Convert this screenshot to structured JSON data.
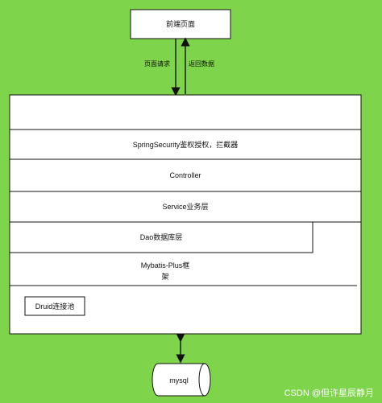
{
  "frontend_box": {
    "label": "前端页面"
  },
  "arrows": {
    "request_label": "页面请求",
    "response_label": "返回数据"
  },
  "layers": {
    "security": "SpringSecurity鉴权授权，拦截器",
    "controller": "Controller",
    "service": "Service业务层",
    "dao": "Dao数据库层",
    "mybatis_line1": "Mybatis-Plus框",
    "mybatis_line2": "架",
    "druid": "Druid连接池"
  },
  "database": {
    "label": "mysql"
  },
  "watermark": "CSDN @但许星辰静月",
  "colors": {
    "background": "#7ed44a",
    "box_fill": "#ffffff",
    "stroke": "#111111"
  }
}
